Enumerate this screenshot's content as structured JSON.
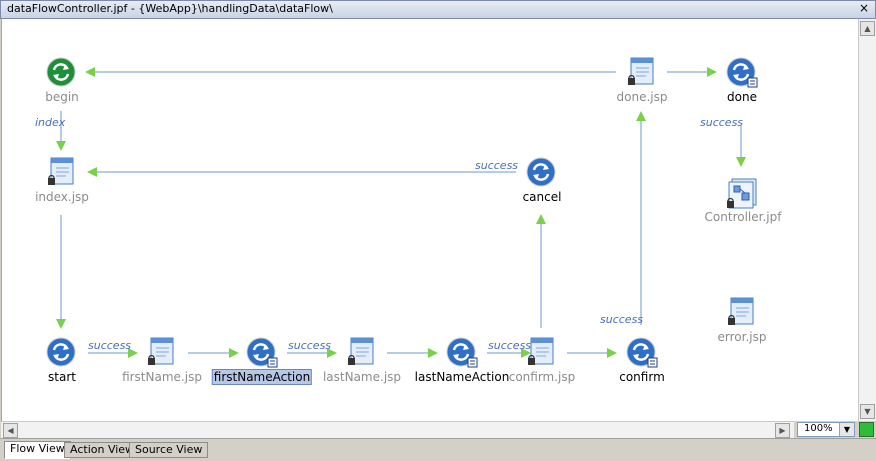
{
  "window": {
    "title": "dataFlowController.jpf - {WebApp}\\handlingData\\dataFlow\\",
    "close": "×"
  },
  "nodes": {
    "begin": "begin",
    "index": "index.jsp",
    "start": "start",
    "firstName": "firstName.jsp",
    "firstNameAction": "firstNameAction",
    "lastName": "lastName.jsp",
    "lastNameAction": "lastNameAction",
    "confirmJsp": "confirm.jsp",
    "confirm": "confirm",
    "cancel": "cancel",
    "doneJsp": "done.jsp",
    "done": "done",
    "controller": "Controller.jpf",
    "error": "error.jsp"
  },
  "edges": {
    "index": "index",
    "s1": "success",
    "s2": "success",
    "s3": "success",
    "s4": "success",
    "s5": "success",
    "s6": "success"
  },
  "zoom": "100%",
  "tabs": [
    "Flow View",
    "Action View",
    "Source View"
  ],
  "colors": {
    "arrow_line": "#6a9ad0",
    "arrow_head": "#79d14a",
    "edge_label": "#4a6fb5",
    "jsp_label": "#8b8b8b"
  }
}
